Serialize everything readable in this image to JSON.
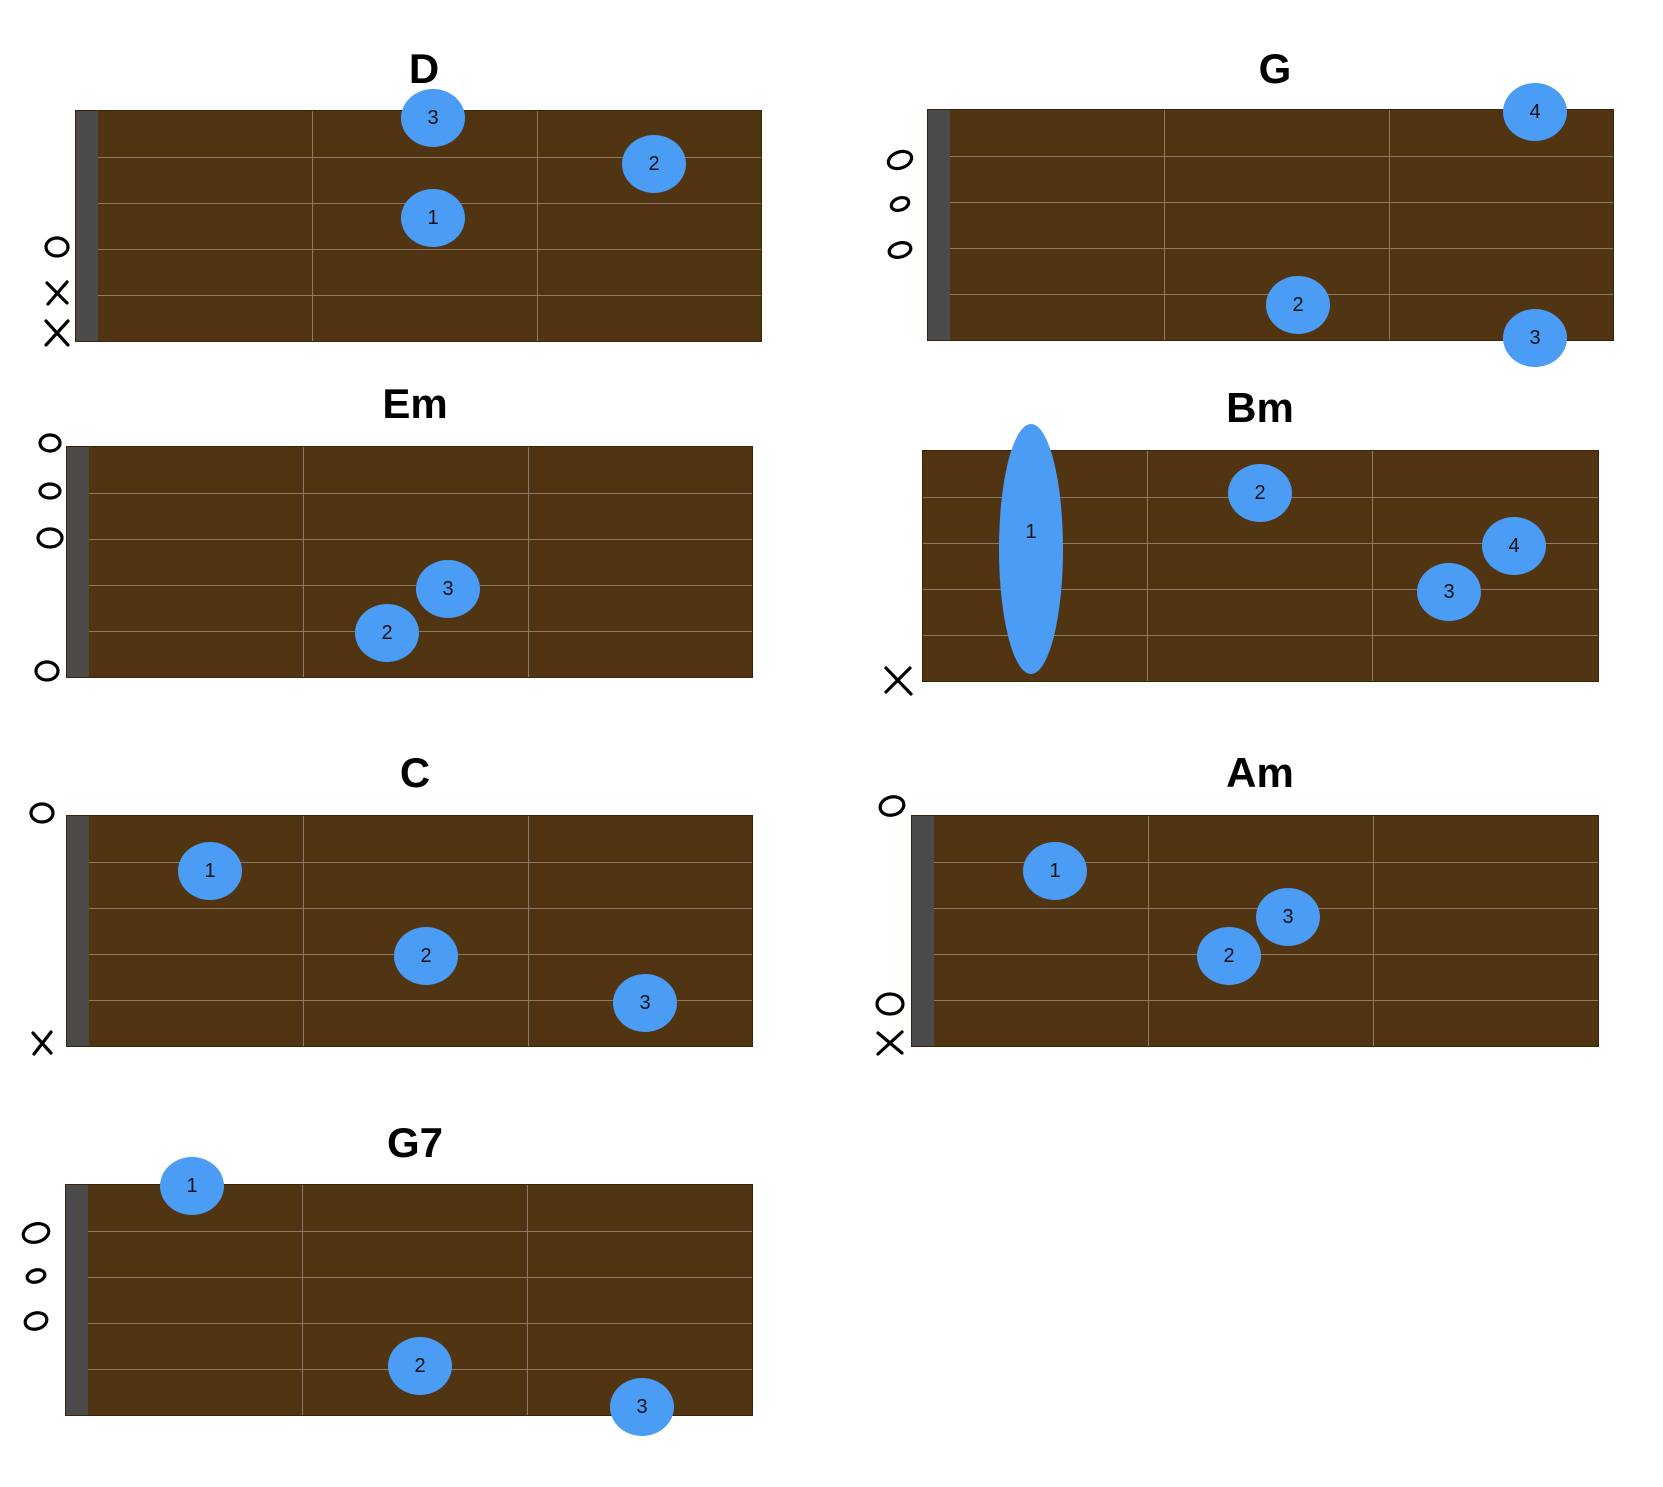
{
  "chords": [
    {
      "name": "D",
      "fingers": [
        {
          "label": "3",
          "string": 1,
          "fret": 2
        },
        {
          "label": "2",
          "string": 2,
          "fret": 3
        },
        {
          "label": "1",
          "string": 3,
          "fret": 2
        }
      ],
      "open_muted": [
        {
          "string": 4,
          "symbol": "O"
        },
        {
          "string": 5,
          "symbol": "X"
        },
        {
          "string": 6,
          "symbol": "X"
        }
      ]
    },
    {
      "name": "G",
      "fingers": [
        {
          "label": "4",
          "string": 1,
          "fret": 3
        },
        {
          "label": "2",
          "string": 5,
          "fret": 2
        },
        {
          "label": "3",
          "string": 6,
          "fret": 3
        }
      ],
      "open_muted": [
        {
          "string": 2,
          "symbol": "O"
        },
        {
          "string": 3,
          "symbol": "O"
        },
        {
          "string": 4,
          "symbol": "O"
        }
      ]
    },
    {
      "name": "Em",
      "fingers": [
        {
          "label": "3",
          "string": 4,
          "fret": 2
        },
        {
          "label": "2",
          "string": 5,
          "fret": 2
        }
      ],
      "open_muted": [
        {
          "string": 1,
          "symbol": "O"
        },
        {
          "string": 2,
          "symbol": "O"
        },
        {
          "string": 3,
          "symbol": "O"
        },
        {
          "string": 6,
          "symbol": "O"
        }
      ]
    },
    {
      "name": "Bm",
      "fingers": [
        {
          "label": "1",
          "string": "1-5",
          "fret": 1,
          "barre": true
        },
        {
          "label": "2",
          "string": 2,
          "fret": 2
        },
        {
          "label": "4",
          "string": 3,
          "fret": 3
        },
        {
          "label": "3",
          "string": 4,
          "fret": 3
        }
      ],
      "open_muted": [
        {
          "string": 6,
          "symbol": "X"
        }
      ]
    },
    {
      "name": "C",
      "fingers": [
        {
          "label": "1",
          "string": 2,
          "fret": 1
        },
        {
          "label": "2",
          "string": 4,
          "fret": 2
        },
        {
          "label": "3",
          "string": 5,
          "fret": 3
        }
      ],
      "open_muted": [
        {
          "string": 1,
          "symbol": "O"
        },
        {
          "string": 6,
          "symbol": "X"
        }
      ]
    },
    {
      "name": "Am",
      "fingers": [
        {
          "label": "1",
          "string": 2,
          "fret": 1
        },
        {
          "label": "3",
          "string": 3,
          "fret": 2
        },
        {
          "label": "2",
          "string": 4,
          "fret": 2
        }
      ],
      "open_muted": [
        {
          "string": 1,
          "symbol": "O"
        },
        {
          "string": 5,
          "symbol": "O"
        },
        {
          "string": 6,
          "symbol": "X"
        }
      ]
    },
    {
      "name": "G7",
      "fingers": [
        {
          "label": "1",
          "string": 1,
          "fret": 1
        },
        {
          "label": "2",
          "string": 5,
          "fret": 2
        },
        {
          "label": "3",
          "string": 6,
          "fret": 3
        }
      ],
      "open_muted": [
        {
          "string": 2,
          "symbol": "O"
        },
        {
          "string": 3,
          "symbol": "O"
        },
        {
          "string": 4,
          "symbol": "O"
        }
      ]
    }
  ],
  "colors": {
    "fretboard": "#513512",
    "nut": "#4b4b4b",
    "finger_dot": "#4a9cf5",
    "lines": "#8a7a66"
  }
}
